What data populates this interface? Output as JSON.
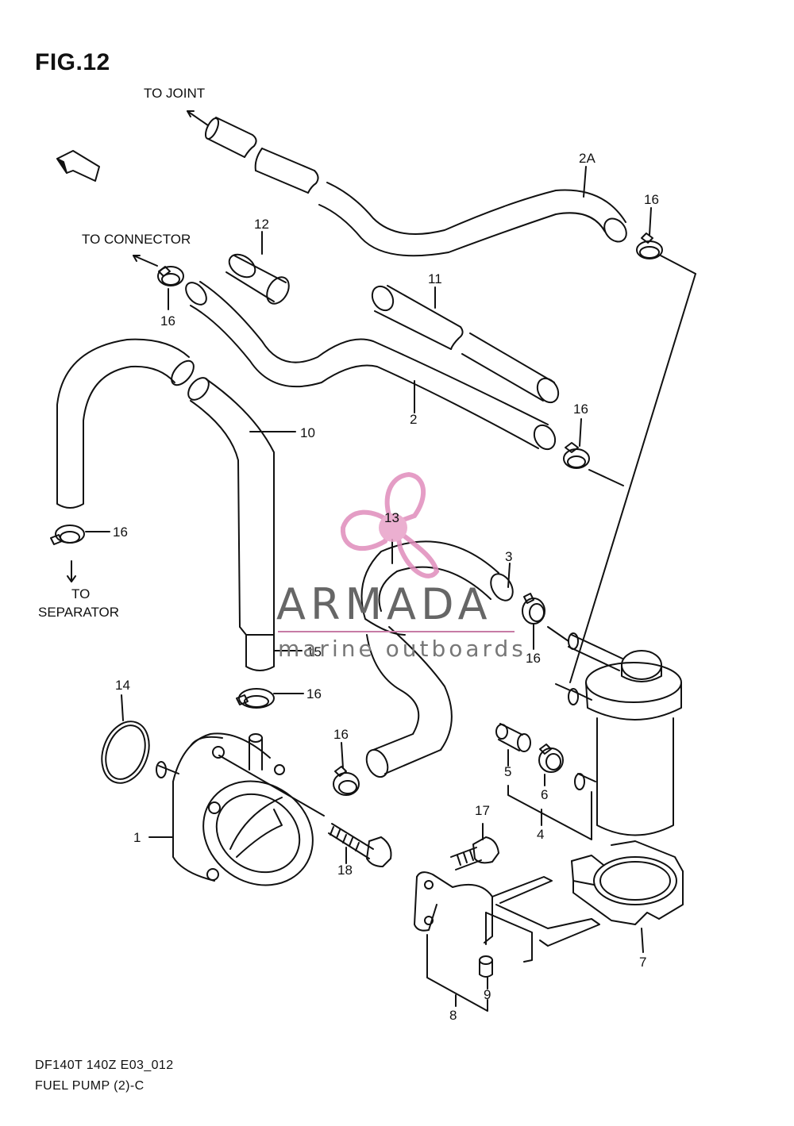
{
  "figure": {
    "title": "FIG.12",
    "fwd_label": "FWD"
  },
  "callouts": {
    "to_joint": "TO JOINT",
    "to_connector": "TO CONNECTOR",
    "to_separator_line1": "TO",
    "to_separator_line2": "SEPARATOR"
  },
  "parts": [
    "1",
    "2",
    "2A",
    "3",
    "4",
    "5",
    "6",
    "7",
    "8",
    "9",
    "10",
    "11",
    "12",
    "13",
    "14",
    "15",
    "16",
    "17",
    "18"
  ],
  "labels": {
    "p1": "1",
    "p2": "2",
    "p2a": "2A",
    "p3": "3",
    "p4": "4",
    "p5": "5",
    "p6": "6",
    "p7": "7",
    "p8": "8",
    "p9": "9",
    "p10": "10",
    "p11": "11",
    "p12": "12",
    "p13": "13",
    "p14": "14",
    "p15": "15",
    "p16": "16",
    "p17": "17",
    "p18": "18"
  },
  "watermark": {
    "brand": "ARMADA",
    "sub": "marine outboards",
    "color": "#e08cbc"
  },
  "footer": {
    "line1": "DF140T 140Z E03_012",
    "line2": "FUEL PUMP (2)-C"
  }
}
